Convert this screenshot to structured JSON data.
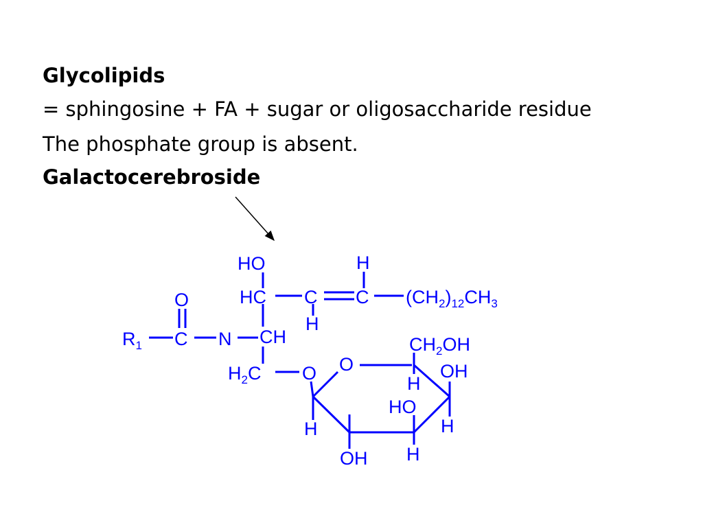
{
  "slide": {
    "heading": "Glycolipids",
    "line1": "= sphingosine + FA + sugar or oligosaccharide residue",
    "line2": "The phosphate group is absent.",
    "subheading": "Galactocerebroside"
  },
  "structure": {
    "colors": {
      "bonds": "#0000ff",
      "arrow": "#000000"
    },
    "labels": {
      "ho_top": "HO",
      "hc": "HC",
      "c_mid": "C",
      "h_below_c": "H",
      "h_top": "H",
      "c_right": "C",
      "chain_open": "(CH",
      "chain_sub2": "2",
      "chain_close": ")",
      "chain_sub12": "12",
      "chain_ch": "CH",
      "chain_sub3": "3",
      "o_carbonyl": "O",
      "r": "R",
      "r_sub": "1",
      "c_amide": "C",
      "n": "N",
      "ch": "CH",
      "h2c_h": "H",
      "h2c_sub": "2",
      "h2c_c": "C",
      "o_link": "O",
      "o_ring": "O",
      "ch2oh_ch": "CH",
      "ch2oh_sub": "2",
      "ch2oh_oh": "OH",
      "h_c5": "H",
      "oh_c4": "OH",
      "ho_c3": "HO",
      "h_c4": "H",
      "h_c1": "H",
      "oh_c2": "OH",
      "h_c3": "H"
    }
  }
}
